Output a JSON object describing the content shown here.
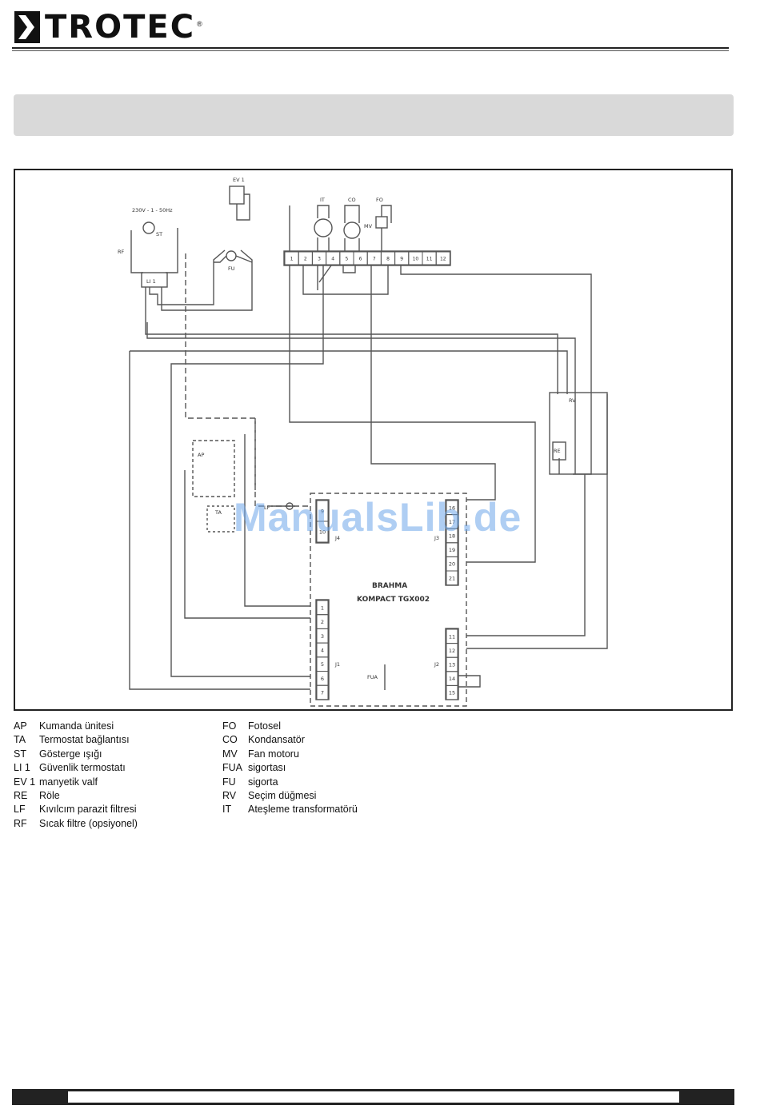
{
  "brand": {
    "name": "TROTEC",
    "registered": "®"
  },
  "watermark": "ManualsLib.de",
  "diagram": {
    "supply_label": "230V - 1 - 50Hz",
    "controller_label_1": "BRAHMA",
    "controller_label_2": "KOMPACT TGX002",
    "component_labels": {
      "ap": "AP",
      "ta": "TA",
      "st": "ST",
      "li1": "LI 1",
      "ev1": "EV 1",
      "re": "RE",
      "lf": "LF",
      "rf": "RF",
      "fo": "FO",
      "co": "CO",
      "mv": "MV",
      "fua": "FUA",
      "fu": "FU",
      "rv": "RV",
      "it": "IT"
    },
    "terminal_strip": [
      "1",
      "2",
      "3",
      "4",
      "5",
      "6",
      "7",
      "8",
      "9",
      "10",
      "11",
      "12"
    ],
    "j1_terminals": [
      "1",
      "2",
      "3",
      "4",
      "5",
      "6",
      "7"
    ],
    "j2_terminals": [
      "11",
      "12",
      "13",
      "14",
      "15"
    ],
    "j3_terminals": [
      "16",
      "17",
      "18",
      "19",
      "20",
      "21"
    ],
    "j4_terminals": [
      "9",
      "10"
    ],
    "connector_labels": {
      "j1": "J1",
      "j2": "J2",
      "j3": "J3",
      "j4": "J4"
    }
  },
  "legend": {
    "left": [
      {
        "code": "AP",
        "desc": "Kumanda ünitesi"
      },
      {
        "code": "TA",
        "desc": "Termostat bağlantısı"
      },
      {
        "code": "ST",
        "desc": "Gösterge ışığı"
      },
      {
        "code": "LI 1",
        "desc": "Güvenlik termostatı"
      },
      {
        "code": "EV 1",
        "desc": "manyetik valf"
      },
      {
        "code": "RE",
        "desc": "Röle"
      },
      {
        "code": "LF",
        "desc": "Kıvılcım parazit filtresi"
      },
      {
        "code": "RF",
        "desc": "Sıcak filtre (opsiyonel)"
      }
    ],
    "right": [
      {
        "code": "FO",
        "desc": "Fotosel"
      },
      {
        "code": "CO",
        "desc": "Kondansatör"
      },
      {
        "code": "MV",
        "desc": "Fan motoru"
      },
      {
        "code": "FUA",
        "desc": "sigortası"
      },
      {
        "code": "FU",
        "desc": "sigorta"
      },
      {
        "code": "RV",
        "desc": "Seçim düğmesi"
      },
      {
        "code": "IT",
        "desc": "Ateşleme transformatörü"
      }
    ]
  }
}
